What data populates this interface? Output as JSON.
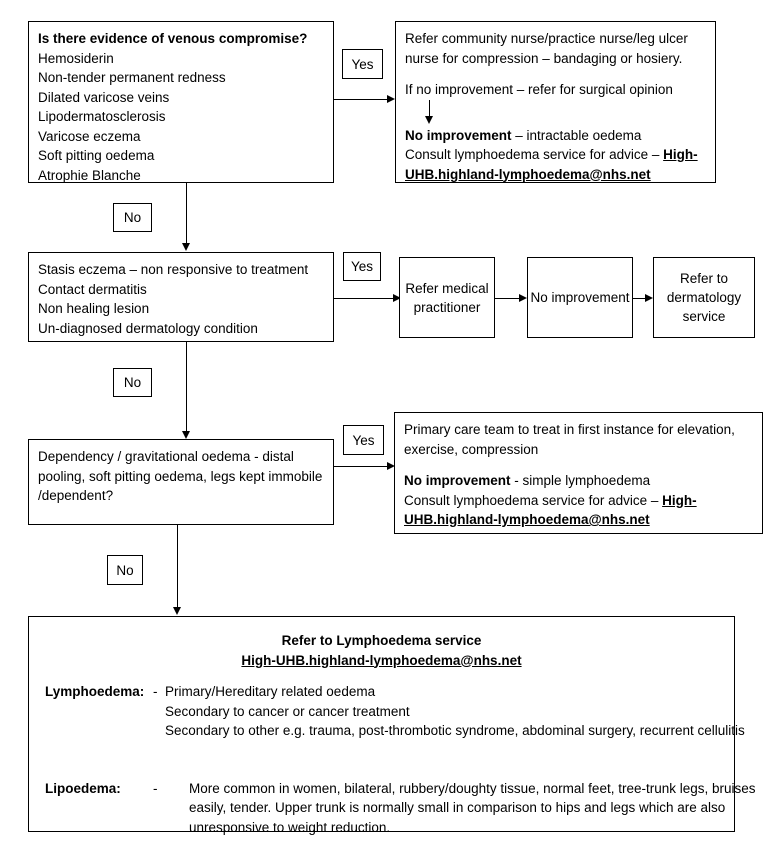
{
  "title": "Lymphoedema referral pathway flowchart",
  "nodes": {
    "q1": {
      "heading": "Is there evidence of venous compromise?",
      "items": [
        "Hemosiderin",
        "Non-tender permanent redness",
        "Dilated varicose veins",
        "Lipodermatosclerosis",
        "Varicose eczema",
        "Soft pitting oedema",
        "Atrophie Blanche"
      ]
    },
    "a1": {
      "line1": "Refer community nurse/practice nurse/leg ulcer",
      "line2": "nurse for compression – bandaging or hosiery.",
      "line3": "If no improvement – refer for surgical opinion",
      "line4_bold": "No improvement",
      "line4_rest": " – intractable oedema",
      "line5_rest": "Consult lymphoedema service for advice – ",
      "email": "High-UHB.highland-lymphoedema@nhs.net"
    },
    "q2": {
      "items": [
        "Stasis eczema – non responsive to treatment",
        "Contact dermatitis",
        "Non healing lesion",
        "Un-diagnosed dermatology condition"
      ]
    },
    "a2a": {
      "text": "Refer medical practitioner"
    },
    "a2b": {
      "text": "No improvement"
    },
    "a2c": {
      "text": "Refer to dermatology service"
    },
    "q3": {
      "line1": "Dependency / gravitational oedema - distal",
      "line2": "pooling, soft pitting oedema, legs kept immobile",
      "line3": "/dependent?"
    },
    "a3": {
      "line1": "Primary care team to treat in first instance for elevation,",
      "line2": "exercise, compression",
      "line3_bold": "No improvement",
      "line3_rest": " - simple lymphoedema",
      "line4_rest": "Consult lymphoedema service for advice – ",
      "email": "High-UHB.highland-lymphoedema@nhs.net"
    },
    "final": {
      "heading": "Refer to Lymphoedema service",
      "email": "High-UHB.highland-lymphoedema@nhs.net",
      "lymphoedema_key": "Lymphoedema:",
      "lymphoedema_dash": "-",
      "lymphoedema_items": [
        "Primary/Hereditary related oedema",
        "Secondary to cancer or cancer treatment",
        "Secondary to other e.g. trauma, post-thrombotic syndrome, abdominal surgery, recurrent cellulitis"
      ],
      "lipoedema_key": "Lipoedema:",
      "lipoedema_dash": "-",
      "lipoedema_items": [
        "More common in women, bilateral, rubbery/doughty tissue, normal feet, tree-trunk legs, bruises",
        "easily, tender. Upper trunk is normally small in comparison to hips and legs which are also",
        "unresponsive to weight reduction."
      ]
    }
  },
  "edge_labels": {
    "yes1": "Yes",
    "no1": "No",
    "yes2": "Yes",
    "no2": "No",
    "yes3": "Yes",
    "no3": "No"
  },
  "colors": {
    "stroke": "#000000",
    "background": "#ffffff",
    "text": "#000000"
  }
}
